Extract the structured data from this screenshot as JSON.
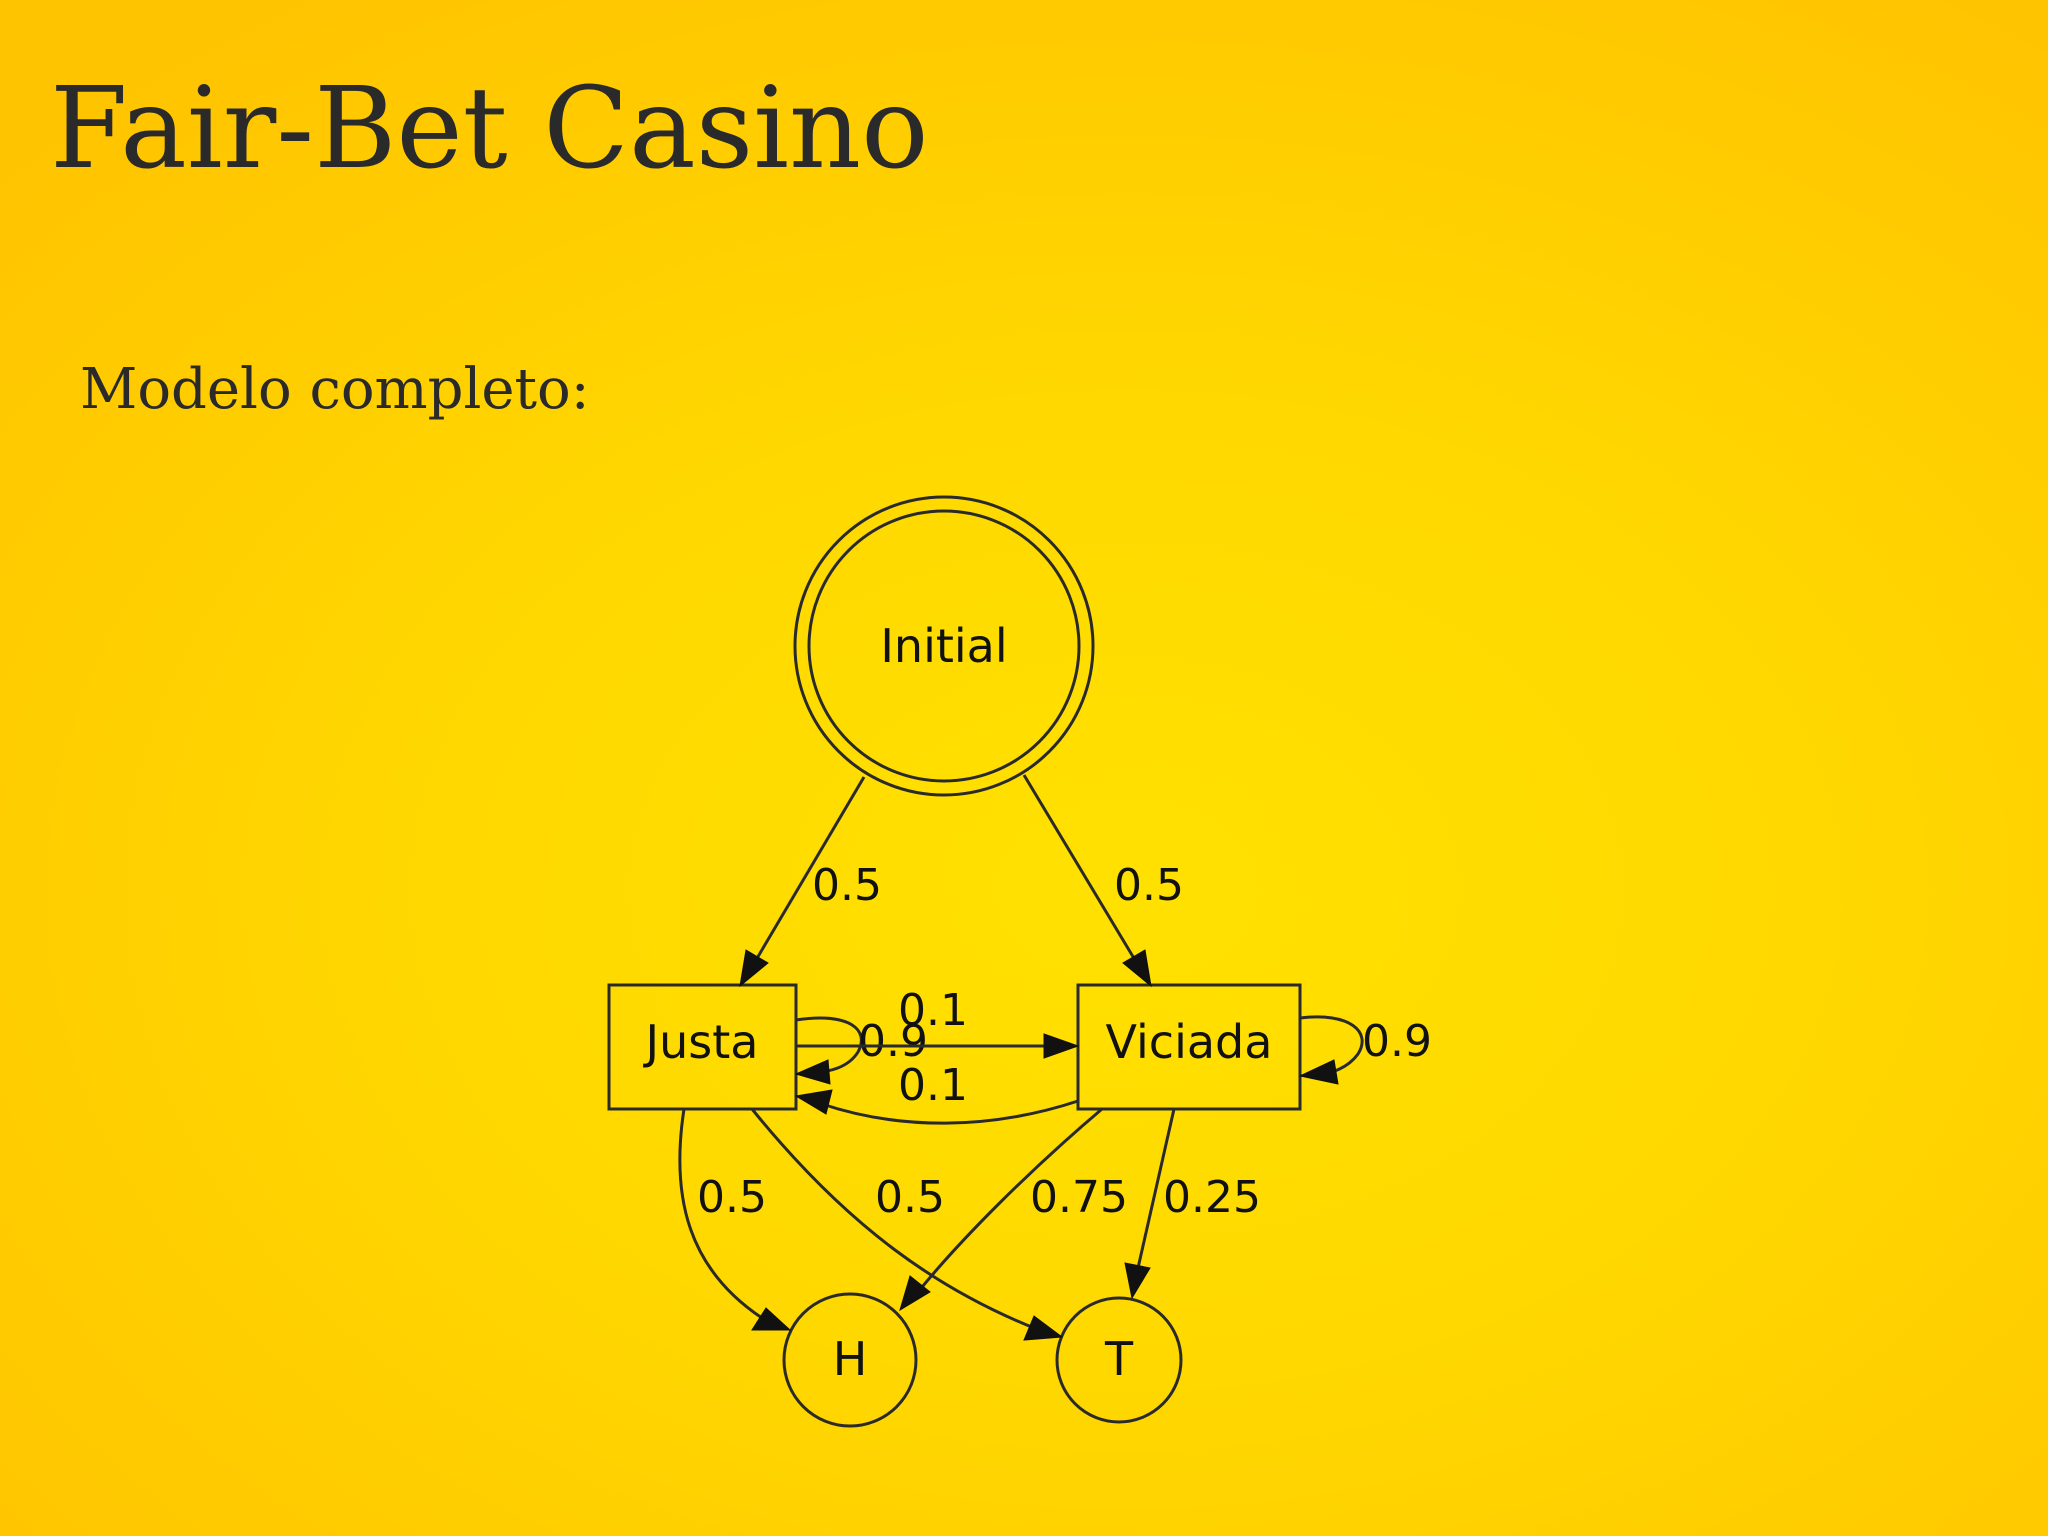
{
  "slide": {
    "title": "Fair-Bet Casino",
    "subtitle": "Modelo completo:"
  },
  "diagram": {
    "nodes": {
      "initial": "Initial",
      "justa": "Justa",
      "viciada": "Viciada",
      "h": "H",
      "t": "T"
    },
    "edges": {
      "initial_to_justa": "0.5",
      "initial_to_viciada": "0.5",
      "justa_self": "0.9",
      "justa_to_viciada": "0.1",
      "viciada_to_justa": "0.1",
      "viciada_self": "0.9",
      "justa_to_h": "0.5",
      "justa_to_t": "0.5",
      "viciada_to_h": "0.75",
      "viciada_to_t": "0.25"
    }
  }
}
